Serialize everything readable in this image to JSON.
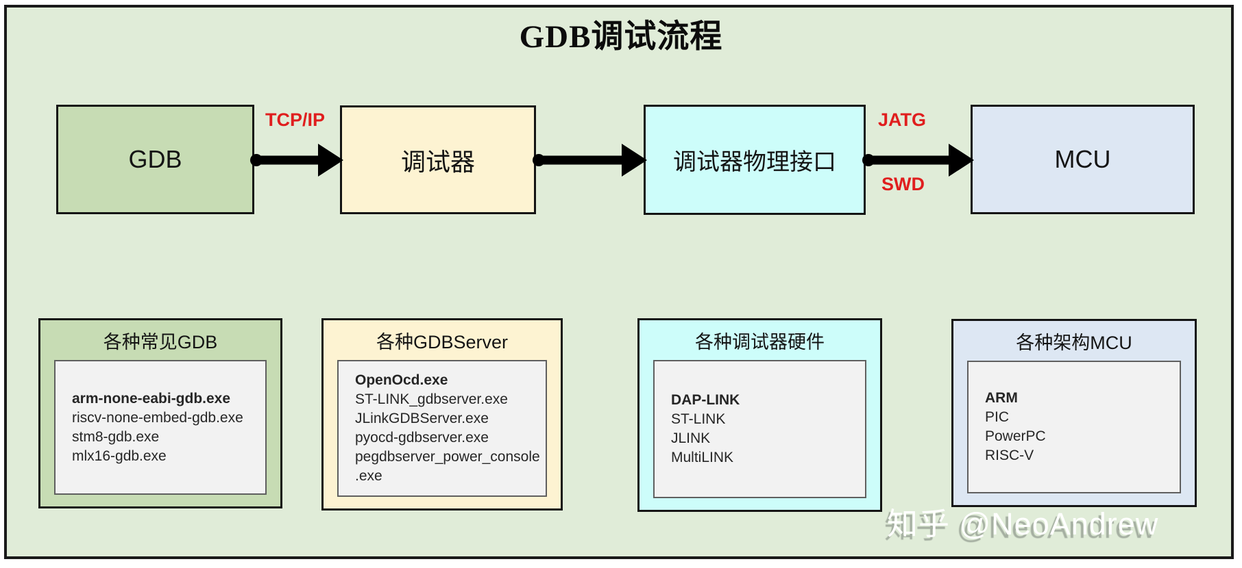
{
  "title": "GDB调试流程",
  "watermark": "知乎 @NeoAndrew",
  "colors": {
    "diagram_background": "#e0ecd8",
    "frame_border": "#1a1a1a",
    "node_gdb_fill": "#c7dcb4",
    "node_debugger_fill": "#fdf3d2",
    "node_interface_fill": "#cdfdfa",
    "node_mcu_fill": "#dde7f3",
    "list_panel_fill": "#f2f2f2",
    "connection_label_color": "#e01e1e",
    "arrow_color": "#000000"
  },
  "flow": {
    "nodes": [
      {
        "label": "GDB"
      },
      {
        "label": "调试器"
      },
      {
        "label": "调试器物理接口"
      },
      {
        "label": "MCU"
      }
    ],
    "connections": [
      {
        "from": "GDB",
        "to": "调试器",
        "label_above": "TCP/IP",
        "label_below": ""
      },
      {
        "from": "调试器",
        "to": "调试器物理接口",
        "label_above": "",
        "label_below": ""
      },
      {
        "from": "调试器物理接口",
        "to": "MCU",
        "label_above": "JATG",
        "label_below": "SWD"
      }
    ]
  },
  "groups": [
    {
      "title": "各种常见GDB",
      "items": [
        "arm-none-eabi-gdb.exe",
        "riscv-none-embed-gdb.exe",
        "stm8-gdb.exe",
        "mlx16-gdb.exe"
      ]
    },
    {
      "title": "各种GDBServer",
      "items": [
        "OpenOcd.exe",
        "ST-LINK_gdbserver.exe",
        "JLinkGDBServer.exe",
        "pyocd-gdbserver.exe",
        "pegdbserver_power_console.exe"
      ]
    },
    {
      "title": "各种调试器硬件",
      "items": [
        "DAP-LINK",
        "ST-LINK",
        "JLINK",
        "MultiLINK"
      ]
    },
    {
      "title": "各种架构MCU",
      "items": [
        "ARM",
        "PIC",
        "PowerPC",
        "RISC-V"
      ]
    }
  ]
}
